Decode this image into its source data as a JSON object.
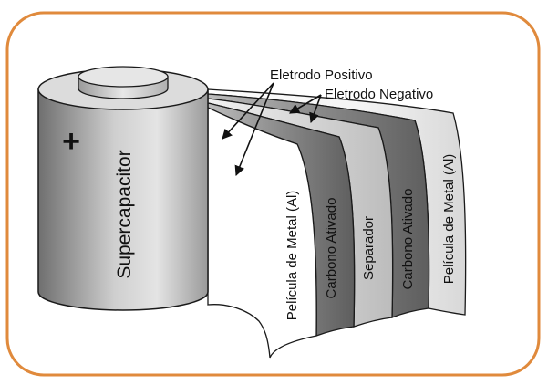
{
  "diagram": {
    "cell_label": "Supercapacitor",
    "polarity_symbol": "+",
    "annotations": {
      "positive_electrode": "Eletrodo Positivo",
      "negative_electrode": "Eletrodo Negativo"
    },
    "layers": [
      {
        "label": "Película de Metal (Al)",
        "shade": "#f8f8f8"
      },
      {
        "label": "Carbono Ativado",
        "shade": "#9a9a9a"
      },
      {
        "label": "Separador",
        "shade": "#e0e0e0"
      },
      {
        "label": "Carbono Ativado",
        "shade": "#9a9a9a"
      },
      {
        "label": "Película de Metal (Al)",
        "shade": "#f8f8f8"
      }
    ],
    "colors": {
      "frame_border": "#e08a3c",
      "cylinder_dark": "#6f6f6f",
      "cylinder_light": "#dadada",
      "outline": "#1a1a1a"
    }
  }
}
